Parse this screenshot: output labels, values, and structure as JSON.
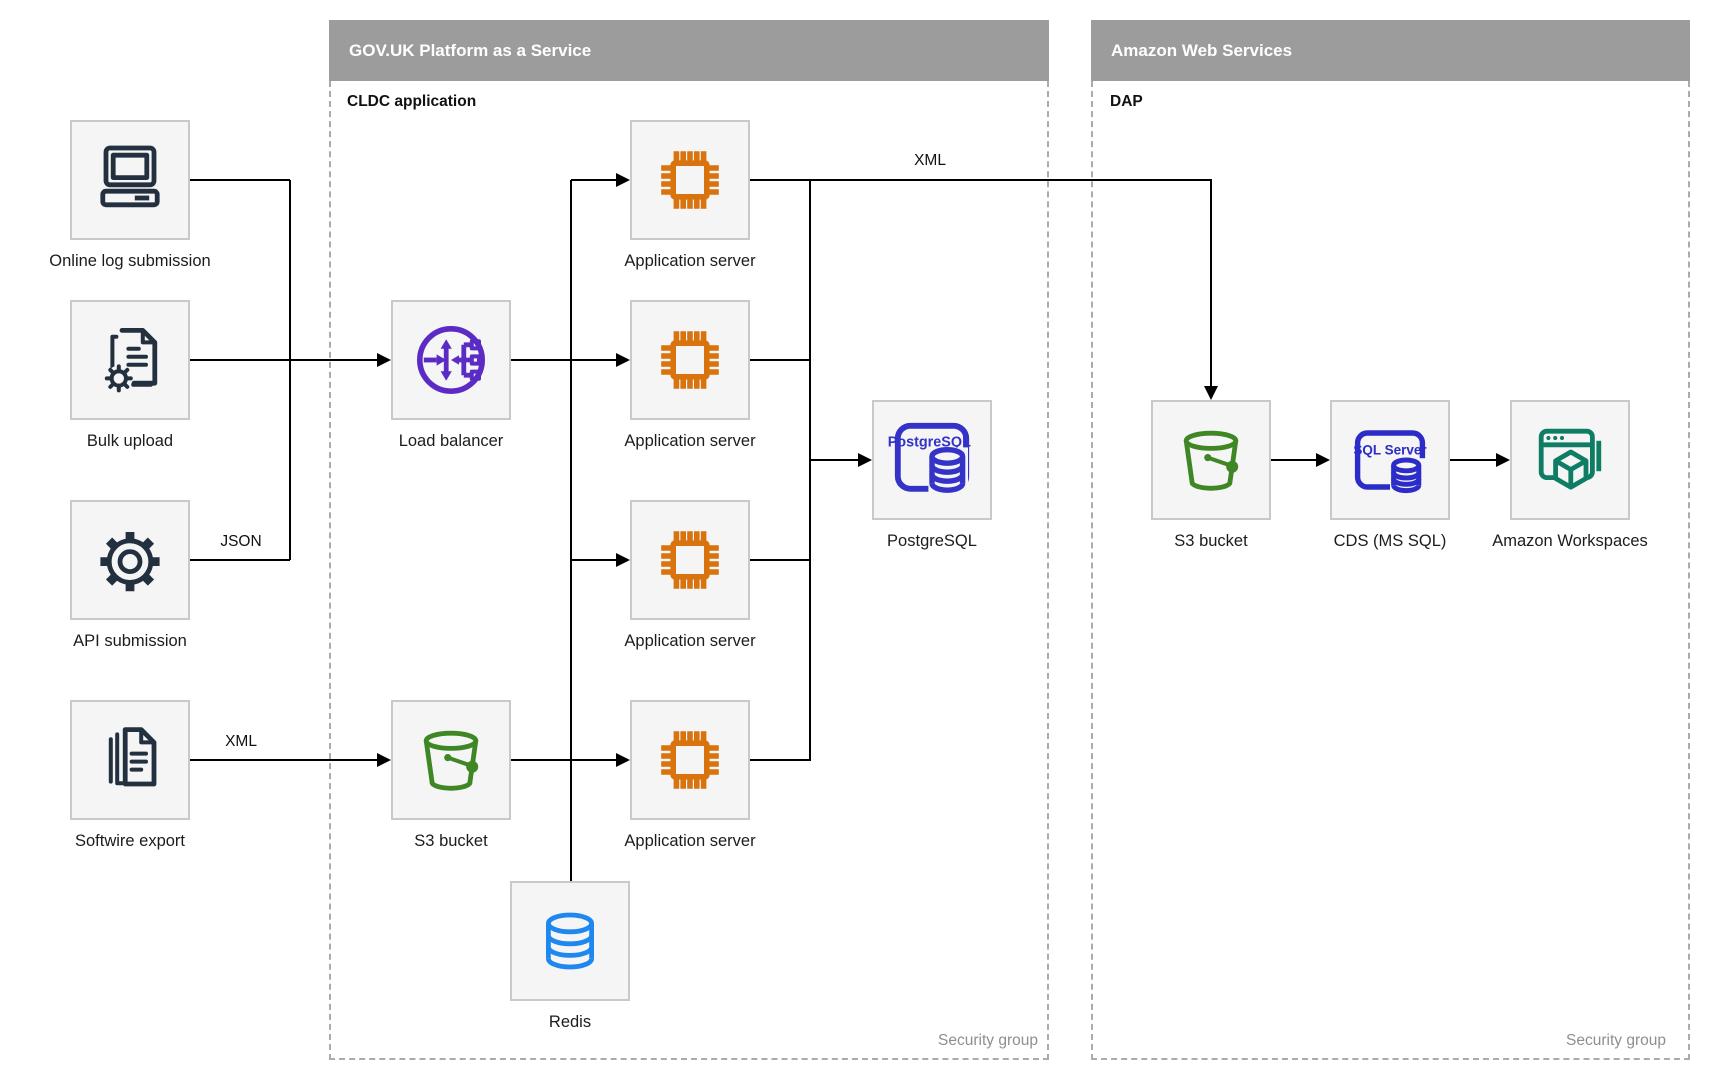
{
  "containers": {
    "paas": {
      "title": "GOV.UK Platform as a Service",
      "sublabel": "CLDC application",
      "footer": "Security group"
    },
    "aws": {
      "title": "Amazon Web Services",
      "sublabel": "DAP",
      "footer": "Security group"
    }
  },
  "nodes": {
    "online_log": {
      "label": "Online log submission"
    },
    "bulk_upload": {
      "label": "Bulk upload"
    },
    "api_submission": {
      "label": "API submission"
    },
    "softwire_export": {
      "label": "Softwire export"
    },
    "load_balancer": {
      "label": "Load balancer"
    },
    "s3_paas": {
      "label": "S3 bucket"
    },
    "app_server_1": {
      "label": "Application server"
    },
    "app_server_2": {
      "label": "Application server"
    },
    "app_server_3": {
      "label": "Application server"
    },
    "app_server_4": {
      "label": "Application server"
    },
    "postgresql": {
      "label": "PostgreSQL"
    },
    "redis": {
      "label": "Redis"
    },
    "s3_aws": {
      "label": "S3 bucket"
    },
    "cds": {
      "label": "CDS (MS SQL)"
    },
    "workspaces": {
      "label": "Amazon Workspaces"
    }
  },
  "edge_labels": {
    "json": "JSON",
    "xml_export": "XML",
    "xml_transfer": "XML"
  },
  "icon_text": {
    "postgresql": "PostgreSQL",
    "sql_server": "SQL Server"
  },
  "colors": {
    "header_bg": "#9C9C9C",
    "header_text": "#FFFFFF",
    "box_fill": "#F5F5F5",
    "box_border": "#C9C9C9",
    "dashed_border": "#ABABAB",
    "edge": "#000000",
    "muted_text": "#8C8F94",
    "icon_navy": "#23303F",
    "icon_purple": "#5B2BC4",
    "icon_orange": "#D9730D",
    "icon_indigo": "#3432C8",
    "icon_green": "#3F8624",
    "icon_blue": "#1E87F0",
    "icon_teal": "#0E7D64"
  }
}
